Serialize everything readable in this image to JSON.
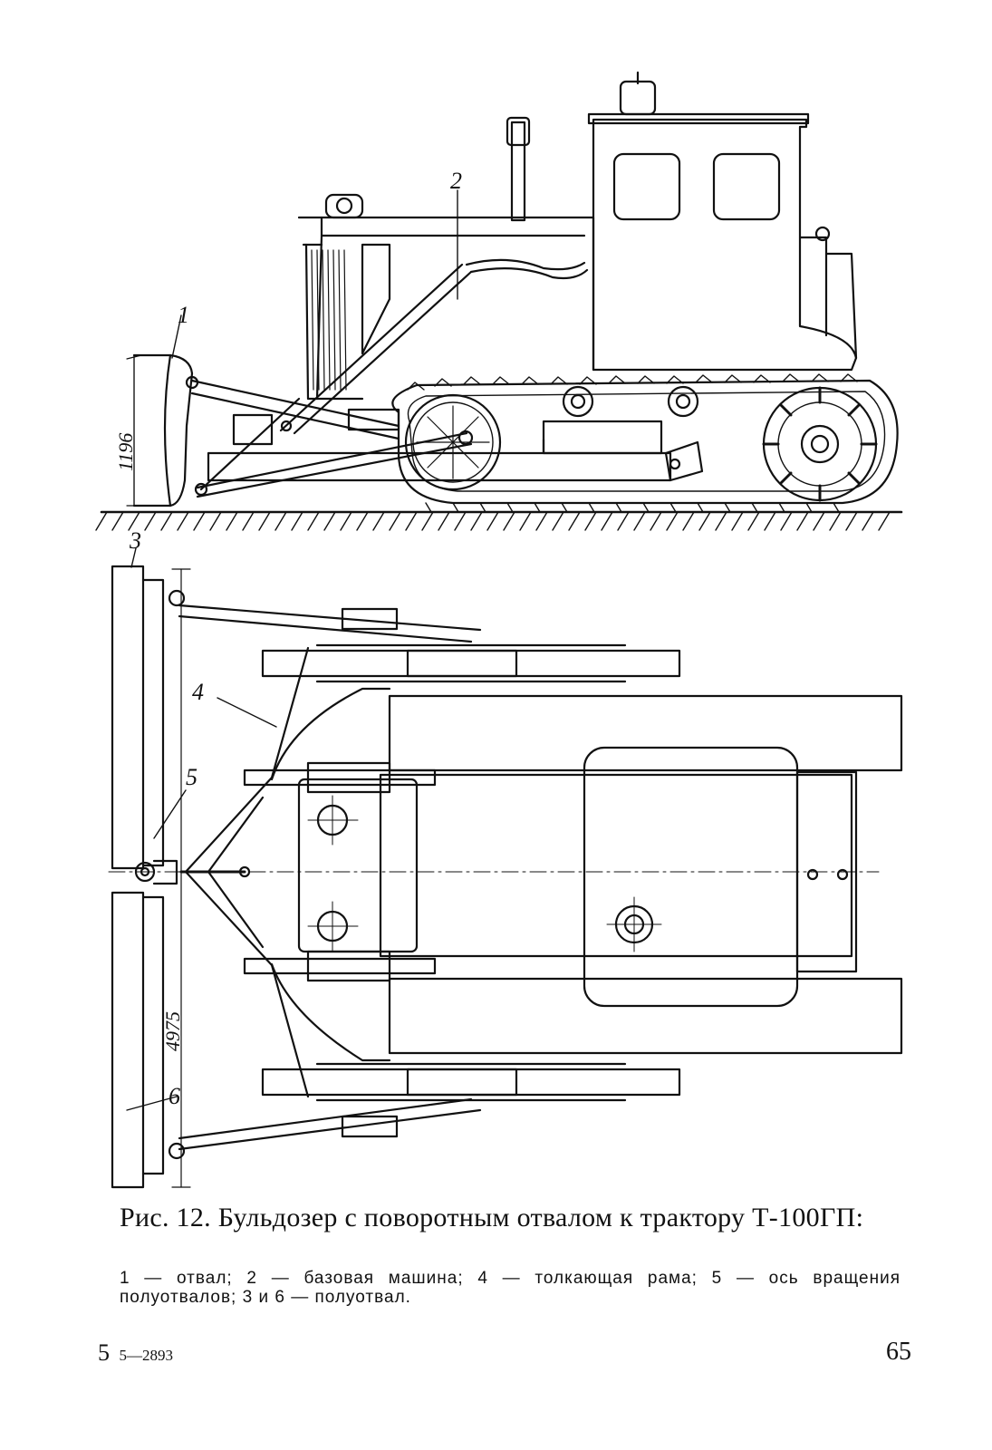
{
  "figure": {
    "callouts": [
      "1",
      "2",
      "3",
      "4",
      "5",
      "6"
    ],
    "dimensions": {
      "blade_height": "1196",
      "blade_width": "4975"
    }
  },
  "caption": {
    "title": "Рис. 12. Бульдозер с поворотным отвалом к трактору Т-100ГП:",
    "legend": "1 — отвал; 2 — базовая машина; 4 — толкающая рама; 5 — ось вращения полуотвалов; 3 и 6 — полуотвал."
  },
  "footer": {
    "signature_mark": "5",
    "signature_code": "5—2893",
    "page_number": "65"
  }
}
